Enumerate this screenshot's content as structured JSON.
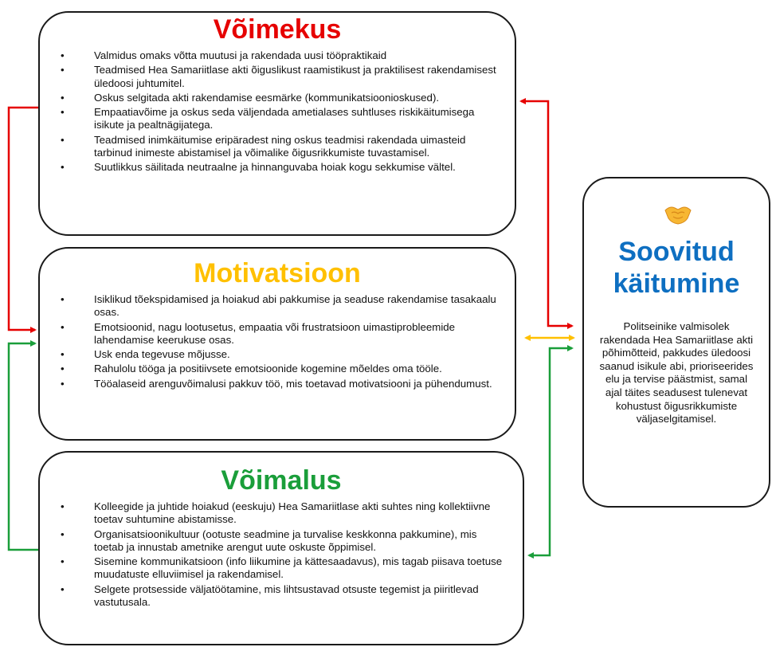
{
  "capability": {
    "title": "Võimekus",
    "title_color": "#e60000",
    "items": [
      "Valmidus omaks võtta muutusi ja rakendada uusi tööpraktikaid",
      "Teadmised Hea Samariitlase akti õiguslikust raamistikust ja praktilisest rakendamisest üledoosi juhtumitel.",
      "Oskus selgitada akti rakendamise eesmärke (kommunikatsioonioskused).",
      "Empaatiavõime ja oskus seda väljendada ametialases suhtluses riskikäitumisega isikute ja pealtnägijatega.",
      "Teadmised inimkäitumise eripäradest ning oskus teadmisi rakendada uimasteid tarbinud inimeste abistamisel ja võimalike õigusrikkumiste tuvastamisel.",
      "Suutlikkus säilitada neutraalne ja hinnanguvaba hoiak kogu sekkumise vältel."
    ]
  },
  "motivation": {
    "title": "Motivatsioon",
    "title_color": "#ffc000",
    "items": [
      "Isiklikud tõekspidamised ja hoiakud abi pakkumise ja seaduse rakendamise tasakaalu osas.",
      "Emotsioonid, nagu lootusetus, empaatia või frustratsioon uimastiprobleemide lahendamise keerukuse osas.",
      "Usk enda tegevuse mõjusse.",
      "Rahulolu tööga ja positiivsete emotsioonide kogemine mõeldes oma tööle.",
      "Tööalaseid arenguvõimalusi pakkuv töö, mis toetavad motivatsiooni ja pühendumust."
    ]
  },
  "opportunity": {
    "title": "Võimalus",
    "title_color": "#1a9e3a",
    "items": [
      "Kolleegide ja juhtide hoiakud (eeskuju) Hea Samariitlase akti suhtes ning kollektiivne toetav suhtumine abistamisse.",
      "Organisatsioonikultuur (ootuste seadmine ja turvalise keskkonna pakkumine), mis toetab ja innustab ametnike arengut uute oskuste õppimisel.",
      "Sisemine kommunikatsioon (info liikumine ja kättesaadavus), mis tagab piisava toetuse muudatuste elluviimisel ja rakendamisel.",
      "Selgete protsesside väljatöötamine, mis lihtsustavad otsuste tegemist ja piiritlevad vastutusala."
    ]
  },
  "behaviour": {
    "icon": "handshake-icon",
    "title": "Soovitud käitumine",
    "title_color": "#0e6fc1",
    "text": "Politseinike valmisolek rakendada Hea Samariitlase akti põhimõtteid, pakkudes üledoosi saanud isikule abi, prioriseerides elu ja tervise päästmist, samal ajal täites seadusest tulenevat kohustust õigusrikkumiste väljaselgitamisel."
  },
  "arrow_colors": {
    "red": "#e60000",
    "yellow": "#ffc000",
    "green": "#1a9e3a"
  }
}
